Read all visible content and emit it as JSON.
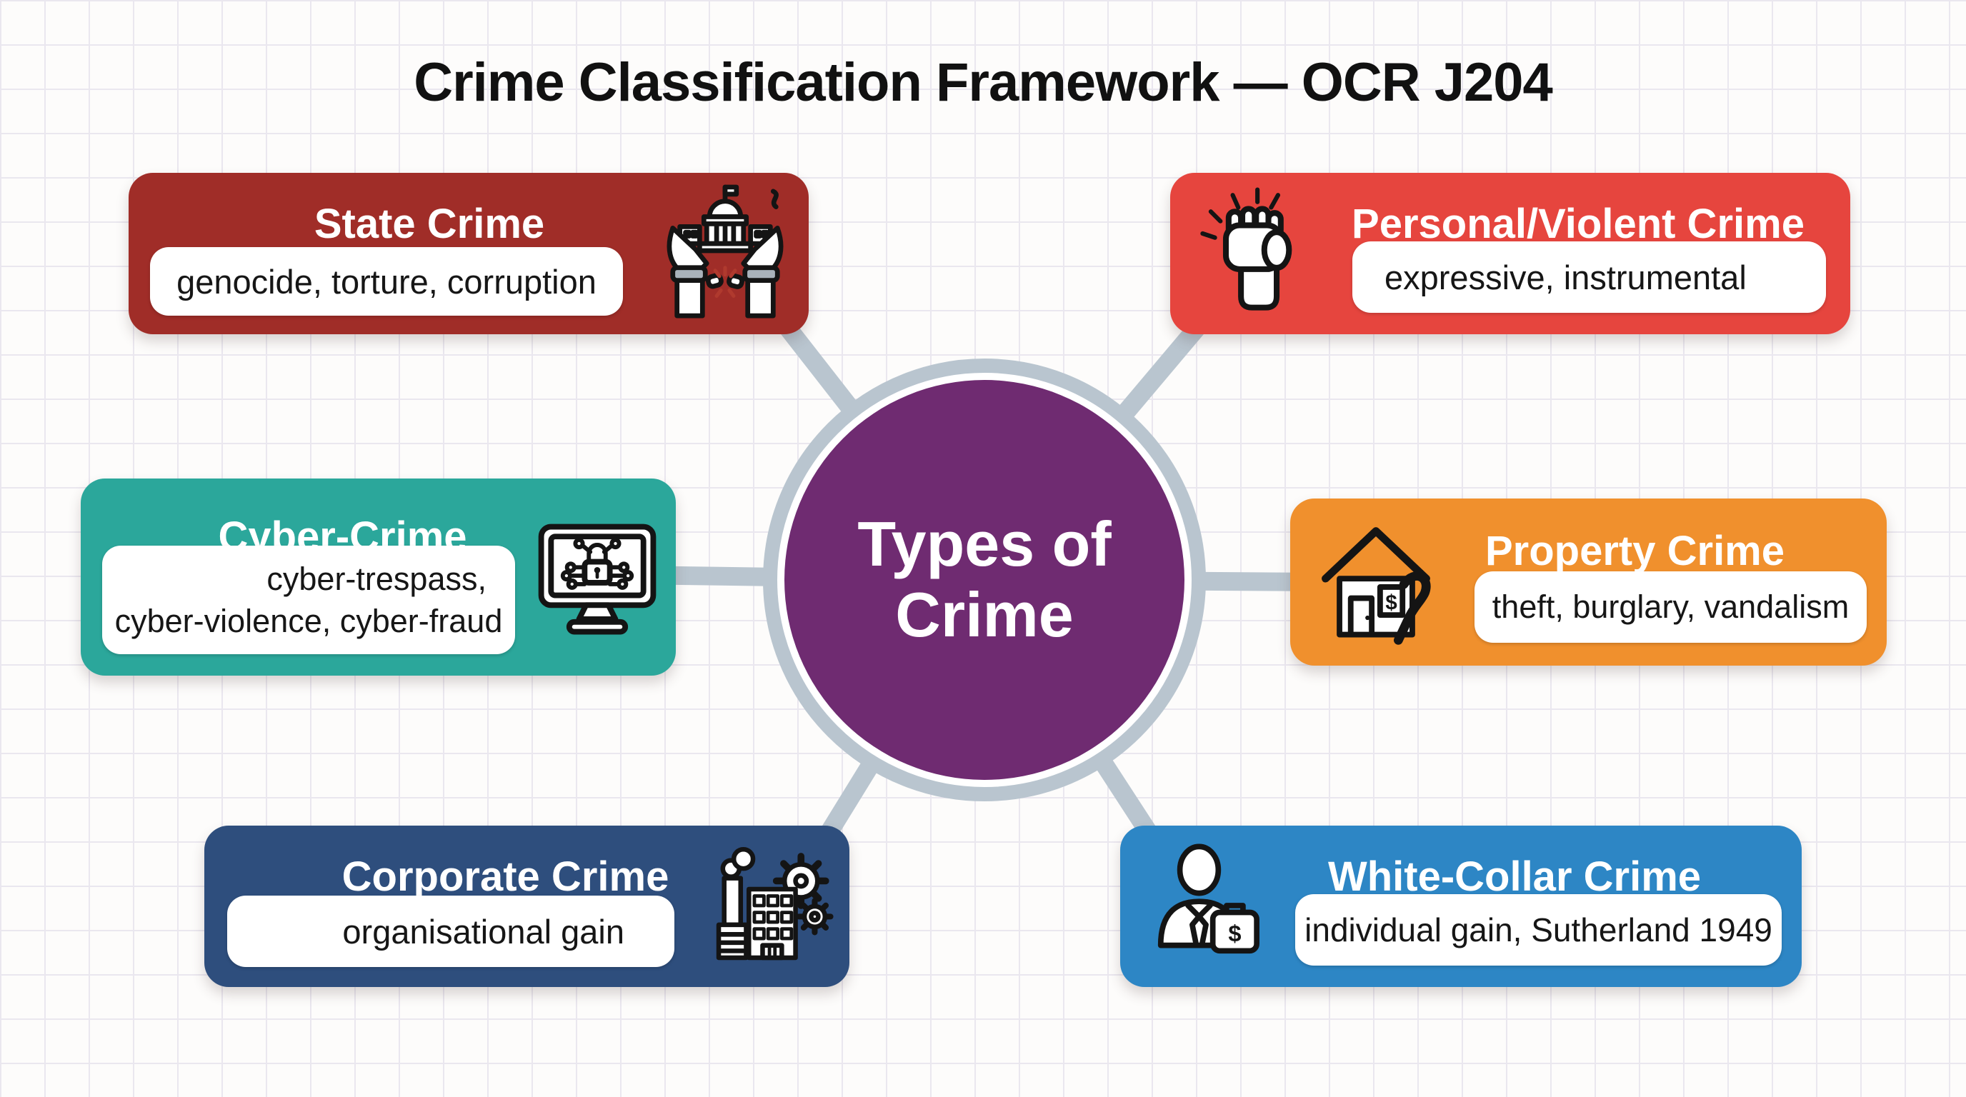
{
  "page_title": "Crime Classification Framework — OCR J204",
  "center": {
    "line1": "Types of",
    "line2": "Crime",
    "color": "#6f2b71"
  },
  "connector_color": "#b9c5cf",
  "icons": {
    "dollar": "$"
  },
  "cards": [
    {
      "title": "State Crime",
      "detail": "genocide, torture, corruption",
      "color": "#a02d28",
      "icon": "hands-holding-government-building-icon"
    },
    {
      "title": "Personal/Violent Crime",
      "detail": "expressive, instrumental",
      "color": "#e6453e",
      "icon": "raised-fist-icon"
    },
    {
      "title": "Cyber-Crime",
      "detail_line1": "cyber-trespass,",
      "detail_line2": "cyber-violence, cyber-fraud",
      "color": "#2ba79b",
      "icon": "monitor-padlock-circuit-icon"
    },
    {
      "title": "Property Crime",
      "detail": "theft, burglary, vandalism",
      "color": "#f0902d",
      "icon": "house-dollar-crowbar-icon"
    },
    {
      "title": "Corporate Crime",
      "detail": "organisational gain",
      "color": "#2e4e7d",
      "icon": "factory-gears-icon"
    },
    {
      "title": "White-Collar Crime",
      "detail": "individual gain, Sutherland 1949",
      "color": "#2d86c5",
      "icon": "businessman-briefcase-icon"
    }
  ]
}
